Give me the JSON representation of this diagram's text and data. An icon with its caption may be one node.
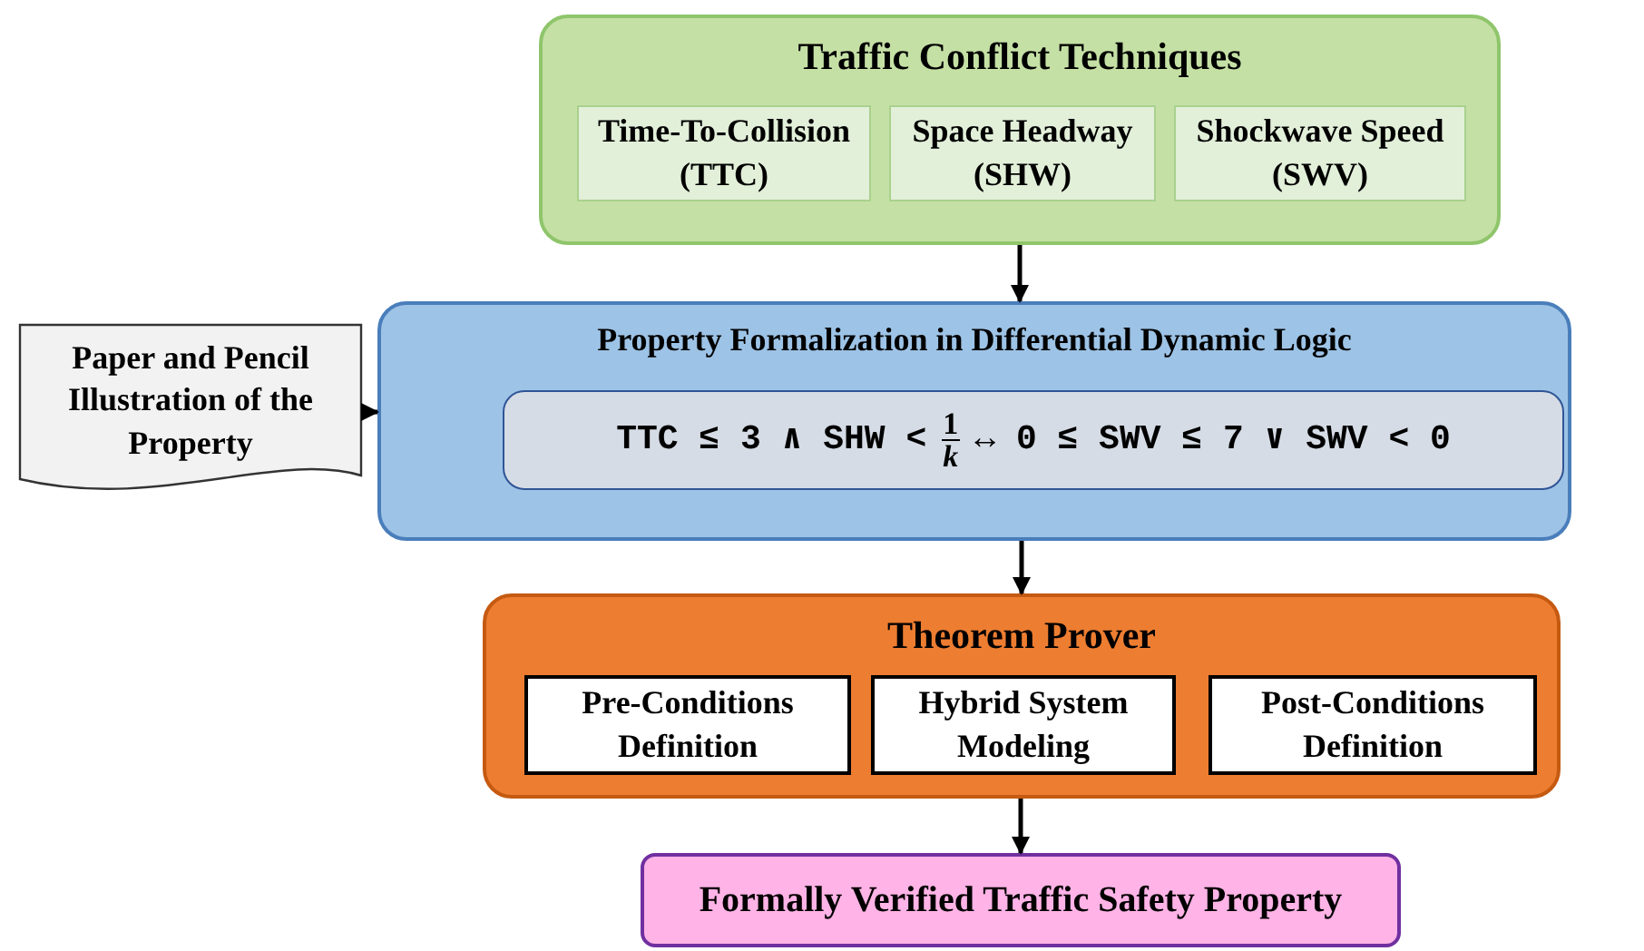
{
  "diagram": {
    "nodes": [
      {
        "text": [
          "Traffic Conflict Techniques"
        ]
      },
      {
        "text": [
          "Time-To-Collision (TTC)"
        ],
        "in": 0
      },
      {
        "text": [
          "Space Headway (SHW)"
        ],
        "in": 0
      },
      {
        "text": [
          "Shockwave Speed (SWV)"
        ],
        "in": 0
      },
      {
        "text": [
          "Paper and Pencil Illustration of the Property"
        ]
      },
      {
        "text": [
          "Property Formalization in Differential Dynamic Logic"
        ]
      },
      {
        "text": [
          "TTC ≤ 3 ∧ SHW <",
          "1",
          "k",
          "↔ 0 ≤ SWV ≤ 7 ∨ SWV < 0"
        ],
        "in": 5
      },
      {
        "text": [
          "Theorem Prover"
        ]
      },
      {
        "text": [
          "Pre-Conditions Definition"
        ],
        "in": 7
      },
      {
        "text": [
          "Hybrid System Modeling"
        ],
        "in": 7
      },
      {
        "text": [
          "Post-Conditions Definition"
        ],
        "in": 7
      },
      {
        "text": [
          "Formally Verified Traffic Safety Property"
        ]
      }
    ],
    "edges": [
      {
        "from": 0,
        "to": 5,
        "arrow": "to"
      },
      {
        "from": 4,
        "to": 5,
        "arrow": "to"
      },
      {
        "from": 5,
        "to": 7,
        "arrow": "to"
      },
      {
        "from": 7,
        "to": 11,
        "arrow": "to"
      }
    ]
  }
}
